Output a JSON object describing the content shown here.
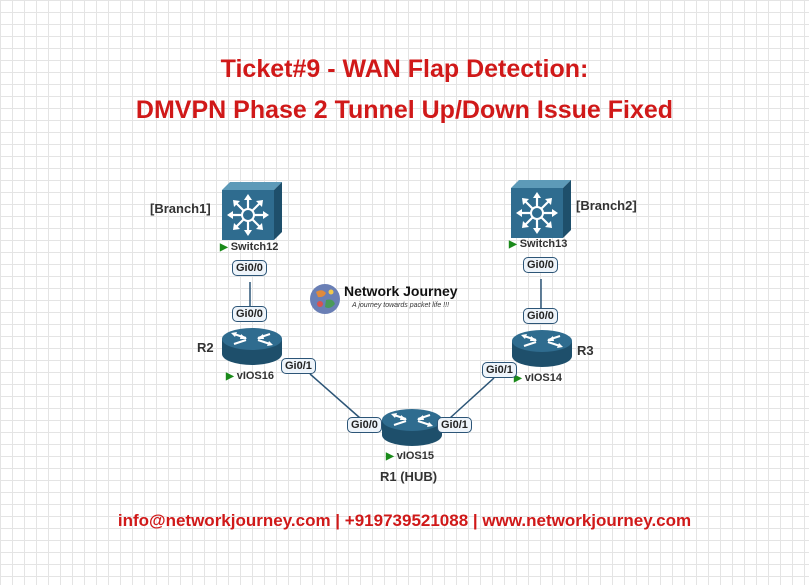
{
  "title": {
    "line1": "Ticket#9 - WAN Flap Detection:",
    "line2": "DMVPN Phase 2 Tunnel Up/Down Issue Fixed"
  },
  "nodes": {
    "branch1_label": "[Branch1]",
    "branch2_label": "[Branch2]",
    "switch12": "Switch12",
    "switch13": "Switch13",
    "r2_label": "R2",
    "r3_label": "R3",
    "vios16": "vIOS16",
    "vios14": "vIOS14",
    "vios15": "vIOS15",
    "r1_label": "R1 (HUB)"
  },
  "ports": {
    "sw12_gi00": "Gi0/0",
    "r2_gi00": "Gi0/0",
    "r2_gi01": "Gi0/1",
    "sw13_gi00": "Gi0/0",
    "r3_gi00": "Gi0/0",
    "r3_gi01": "Gi0/1",
    "r1_gi00": "Gi0/0",
    "r1_gi01": "Gi0/1"
  },
  "logo": {
    "name": "Network Journey",
    "tagline": "A journey towards packet life !!!"
  },
  "footer": "info@networkjourney.com | +919739521088 | www.networkjourney.com",
  "colors": {
    "title": "#d01919",
    "device": "#2f6c8f",
    "status_arrow": "#1a8a1a"
  },
  "icons": {
    "switch": "layer3-switch-icon",
    "router": "router-icon",
    "status": "play-triangle-icon",
    "logo": "globe-icon"
  }
}
